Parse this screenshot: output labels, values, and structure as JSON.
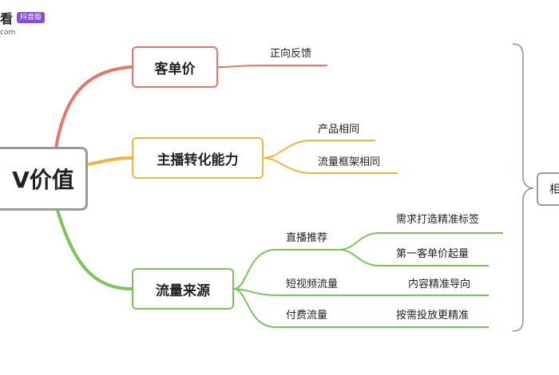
{
  "watermark": {
    "name": "看",
    "badge": "抖音版",
    "suffix": "com"
  },
  "root": {
    "label": "V价值"
  },
  "branches": [
    {
      "label": "客单价",
      "color": "#e8756a",
      "children": [
        {
          "label": "正向反馈"
        }
      ]
    },
    {
      "label": "主播转化能力",
      "color": "#f0b63b",
      "children": [
        {
          "label": "产品相同"
        },
        {
          "label": "流量框架相同"
        }
      ]
    },
    {
      "label": "流量来源",
      "color": "#7cc35d",
      "children": [
        {
          "label": "直播推荐",
          "children": [
            {
              "label": "需求打造精准标签"
            },
            {
              "label": "第一客单价起量"
            }
          ]
        },
        {
          "label": "短视频流量",
          "children": [
            {
              "label": "内容精准导向"
            }
          ]
        },
        {
          "label": "付费流量",
          "children": [
            {
              "label": "按需投放更精准"
            }
          ]
        }
      ]
    }
  ],
  "summary": {
    "label": "相"
  },
  "colors": {
    "root_border": "#9a9a9a",
    "summary_border": "#9a9a9a",
    "bracket": "#8a8f98"
  }
}
